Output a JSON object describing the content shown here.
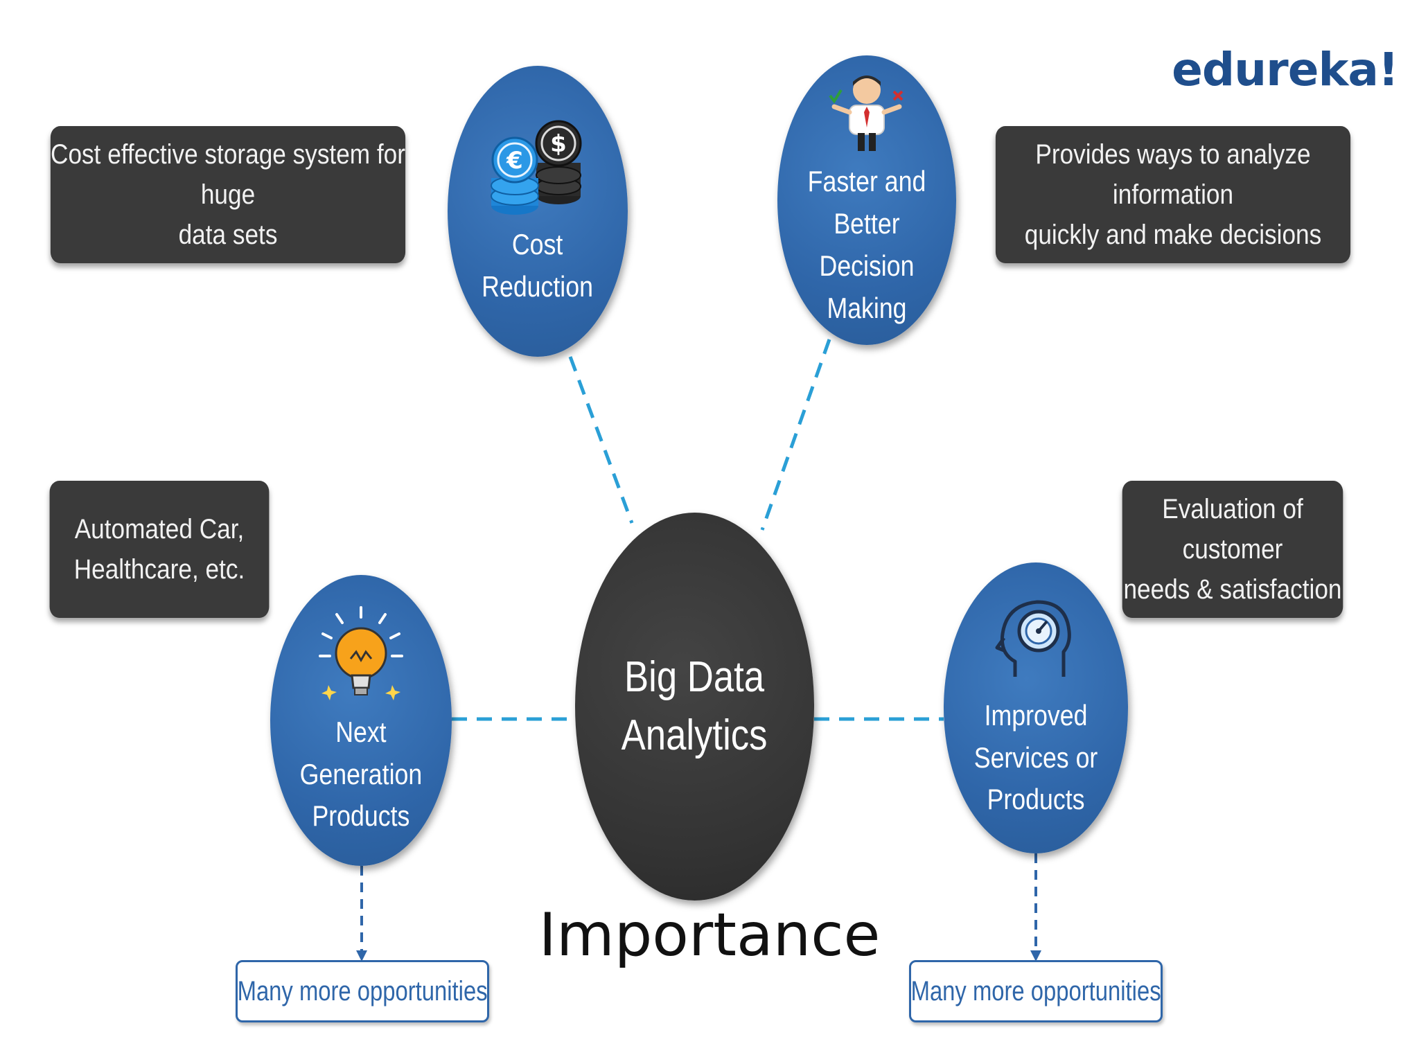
{
  "logo": "edureka!",
  "center": {
    "label": "Big Data\nAnalytics"
  },
  "nodes": {
    "cost": {
      "label": "Cost\nReduction",
      "icon": "coins-icon",
      "description": [
        "Cost effective storage system for huge",
        "data sets"
      ]
    },
    "decision": {
      "label": "Faster and\nBetter Decision\nMaking",
      "icon": "businessman-icon",
      "description": [
        "Provides ways to analyze information",
        "quickly and make decisions"
      ]
    },
    "nextgen": {
      "label": "Next\nGeneration\nProducts",
      "icon": "lightbulb-icon",
      "description": [
        "Automated Car,",
        "Healthcare, etc."
      ],
      "opportunity": "Many more opportunities"
    },
    "improved": {
      "label": "Improved\nServices or\nProducts",
      "icon": "head-gauge-icon",
      "description": [
        "Evaluation of  customer",
        "needs & satisfaction"
      ],
      "opportunity": "Many more opportunities"
    }
  },
  "caption": "Importance",
  "colors": {
    "node_blue": "#2f66a9",
    "box_dark": "#3a3a3a",
    "connector": "#2a9fd6",
    "logo": "#1f4e8c"
  }
}
